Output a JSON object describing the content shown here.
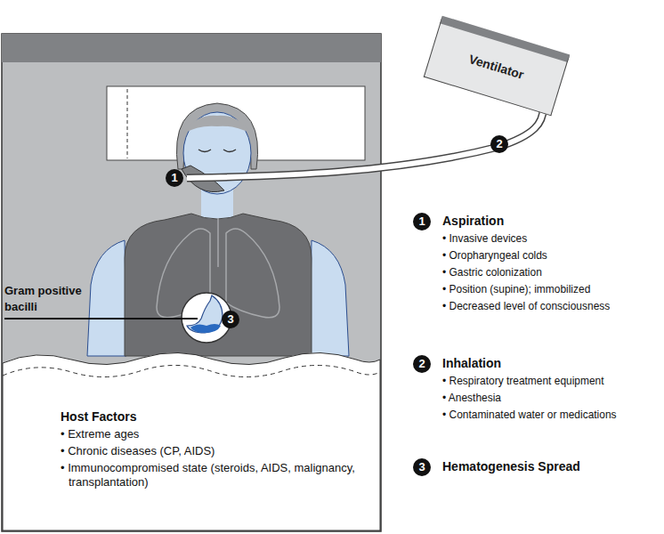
{
  "diagram": {
    "nodes": [
      {
        "text": [
          "Ventilator"
        ]
      }
    ],
    "labels": [
      "1",
      "2",
      "3",
      "Gram positive bacilli",
      "1",
      "Aspiration",
      "• Invasive devices",
      "• Oropharyngeal colds",
      "• Gastric colonization",
      "• Position (supine); immobilized",
      "• Decreased level of consciousness",
      "2",
      "Inhalation",
      "• Respiratory treatment equipment",
      "• Anesthesia",
      "• Contaminated water or medications",
      "3",
      "Hematogenesis Spread",
      "Host Factors",
      "• Extreme ages",
      "• Chronic diseases (CP, AIDS)",
      "• Immunocompromised state (steroids, AIDS, malignancy, transplantation)"
    ]
  }
}
